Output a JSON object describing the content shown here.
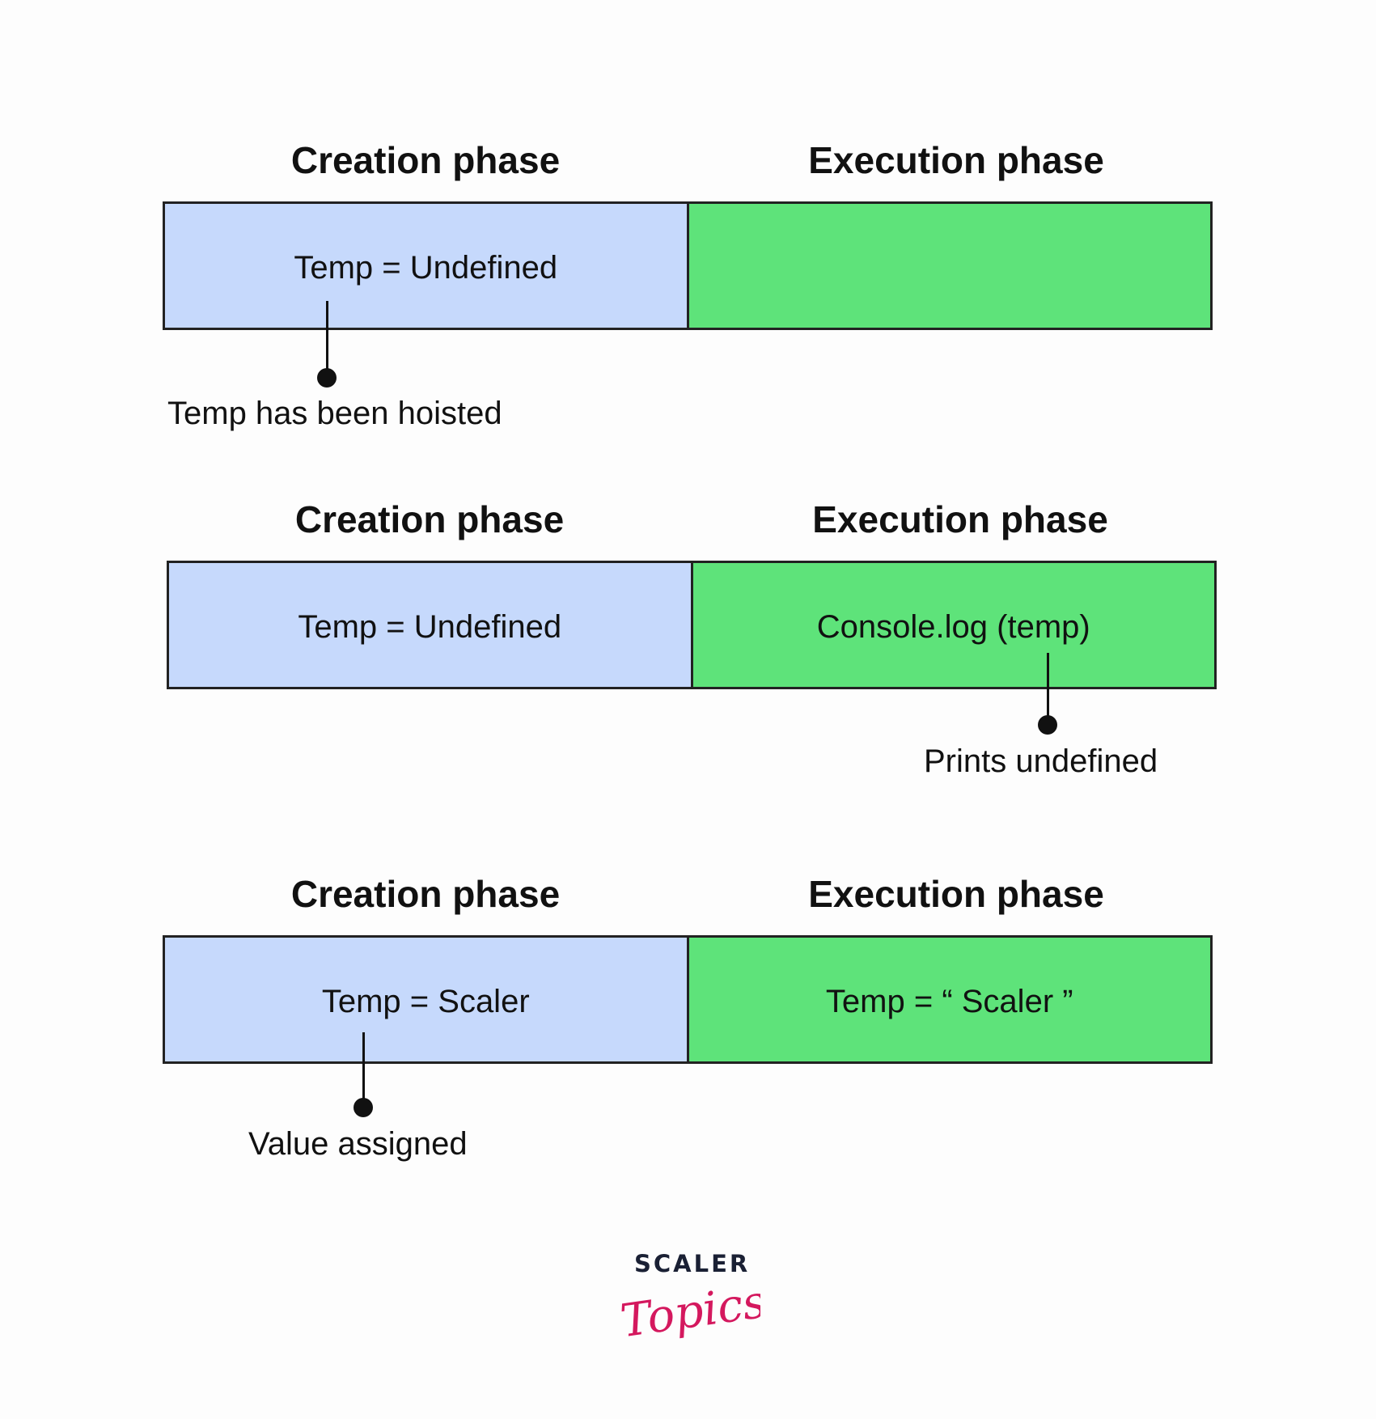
{
  "colors": {
    "creation_fill": "#c6d9fc",
    "execution_fill": "#5ee37a",
    "border": "#222222",
    "logo_text": "#1a2034",
    "logo_accent": "#d4185e"
  },
  "diagrams": [
    {
      "creation_title": "Creation phase",
      "execution_title": "Execution phase",
      "creation_text": "Temp = Undefined",
      "execution_text": "",
      "callout": {
        "target": "creation",
        "text": "Temp has been hoisted"
      }
    },
    {
      "creation_title": "Creation phase",
      "execution_title": "Execution phase",
      "creation_text": "Temp = Undefined",
      "execution_text": "Console.log (temp)",
      "callout": {
        "target": "execution",
        "text": "Prints undefined"
      }
    },
    {
      "creation_title": "Creation phase",
      "execution_title": "Execution phase",
      "creation_text": "Temp = Scaler",
      "execution_text": "Temp = “ Scaler ”",
      "callout": {
        "target": "creation",
        "text": "Value assigned"
      }
    }
  ],
  "logo": {
    "brand": "SCALER",
    "script_text": "Topics"
  }
}
